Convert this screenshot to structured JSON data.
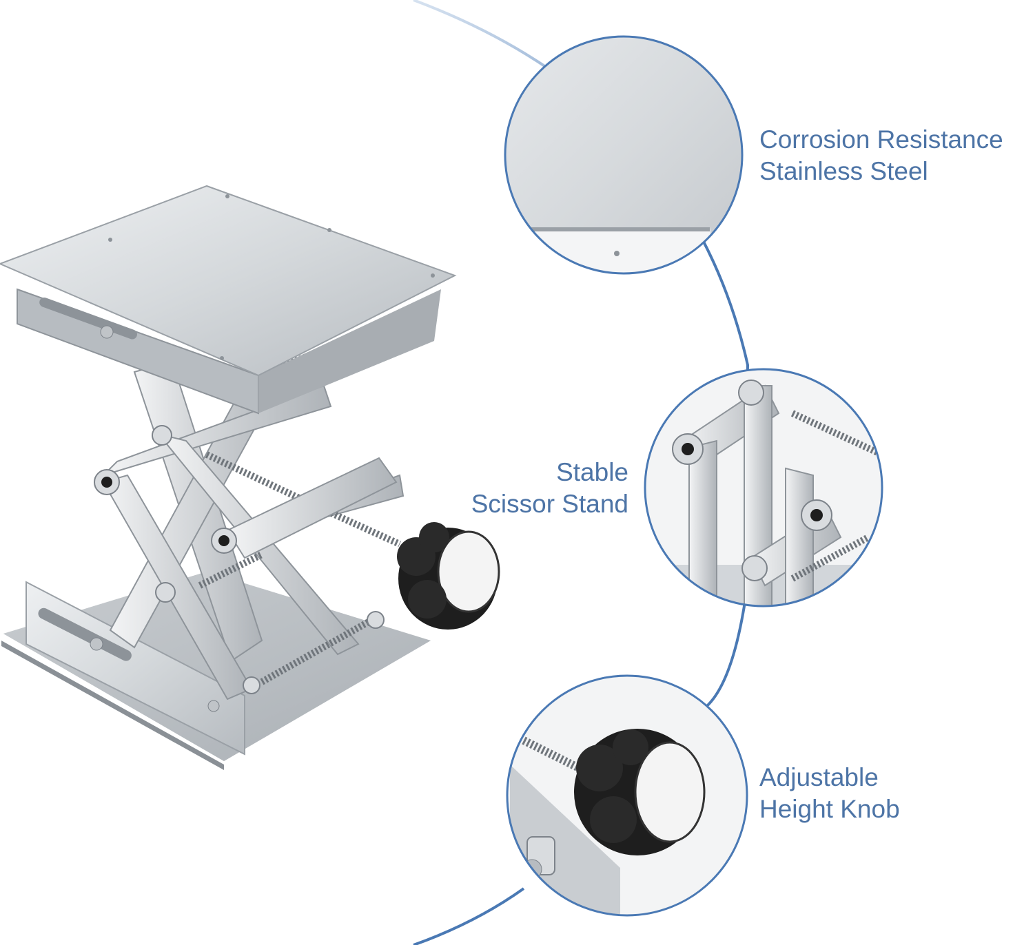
{
  "colors": {
    "accent": "#4a79b4",
    "label_text": "#4d74a6",
    "steel": "#c9cdd1",
    "steel_dark": "#8e949a",
    "knob": "#1e1e1e",
    "background": "#ffffff"
  },
  "features": [
    {
      "line1": "Corrosion Resistance",
      "line2": "Stainless Steel",
      "icon": "brushed-steel-closeup"
    },
    {
      "line1": "Stable",
      "line2": "Scissor Stand",
      "icon": "scissor-joint-closeup"
    },
    {
      "line1": "Adjustable",
      "line2": "Height Knob",
      "icon": "knob-closeup"
    }
  ],
  "product": {
    "icon": "lab-scissor-jack"
  }
}
